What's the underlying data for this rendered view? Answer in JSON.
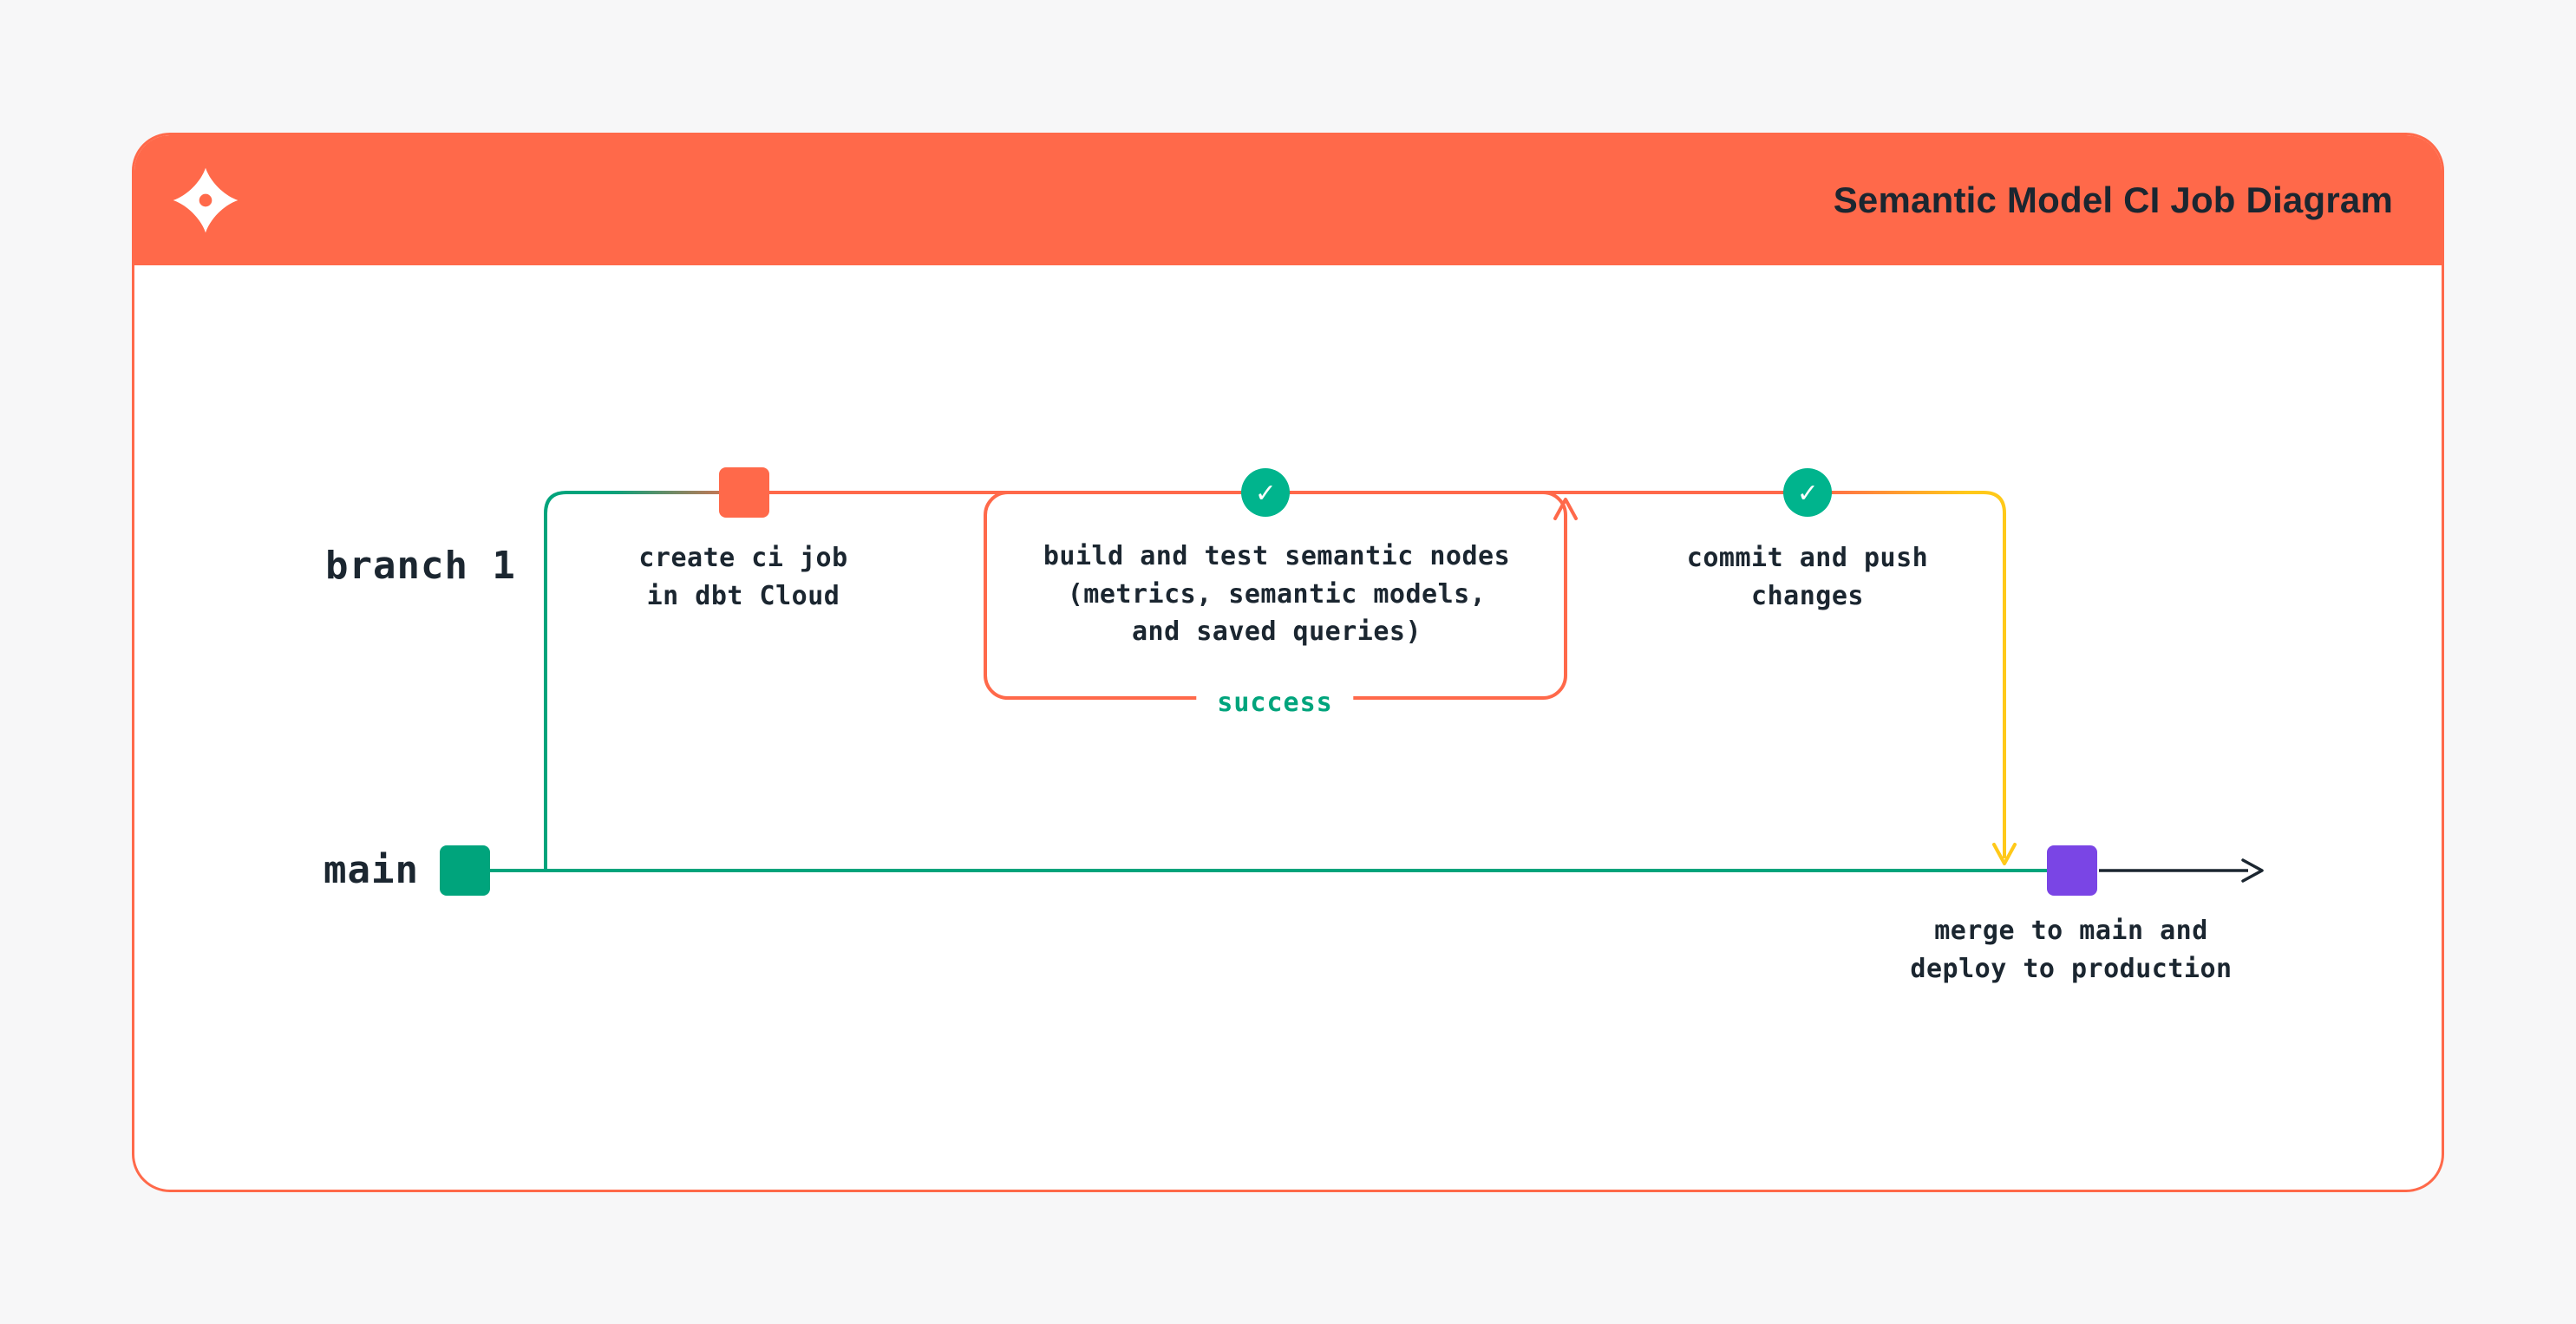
{
  "header": {
    "title": "Semantic Model CI Job Diagram",
    "logo_icon": "dbt-logo"
  },
  "diagram": {
    "branch1_label": "branch 1",
    "main_label": "main",
    "steps": {
      "create": "create ci job\nin dbt Cloud",
      "build": "build and test semantic nodes\n(metrics, semantic models,\nand saved queries)",
      "commit": "commit and push\nchanges",
      "merge": "merge to main and\ndeploy to production"
    },
    "success_label": "success",
    "check_icon": "✓"
  },
  "colors": {
    "page_bg": "#f7f7f8",
    "orange": "#ff694a",
    "green": "#00a47c",
    "check_green": "#00b48d",
    "yellow": "#ffc919",
    "purple": "#7a45e5",
    "ink": "#1b2630"
  }
}
